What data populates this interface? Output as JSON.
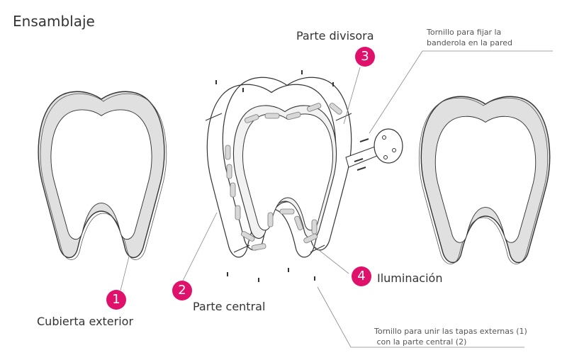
{
  "title": "Ensamblaje",
  "accent_color": "#e0116b",
  "parts": [
    {
      "number": "1",
      "label": "Cubierta exterior"
    },
    {
      "number": "2",
      "label": "Parte central"
    },
    {
      "number": "3",
      "label": "Parte divisora"
    },
    {
      "number": "4",
      "label": "Iluminación"
    }
  ],
  "notes": {
    "wall_screw": [
      "Tornillo para fijar la",
      "banderola en la pared"
    ],
    "cover_screw": [
      "Tornillo para unir las tapas externas (1)",
      " con la parte central (2)"
    ]
  }
}
